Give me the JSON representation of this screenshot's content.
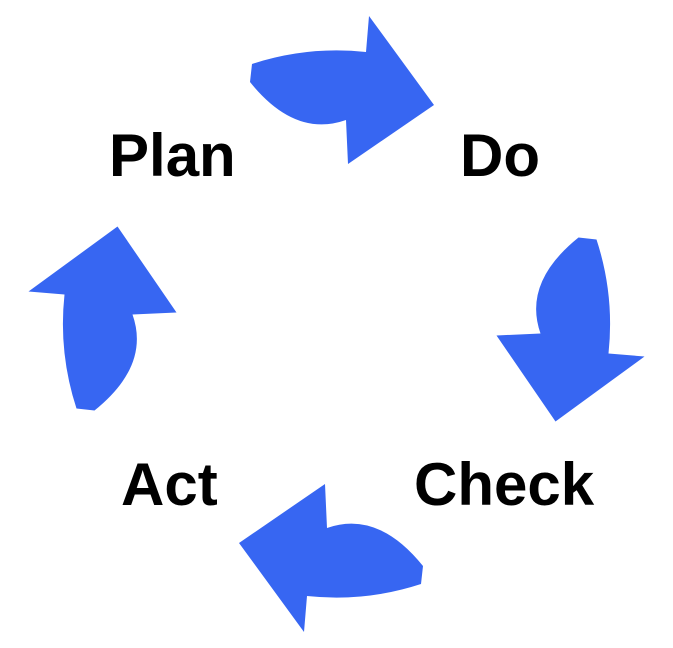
{
  "diagram": {
    "type": "cycle",
    "direction": "clockwise",
    "background_color": "#ffffff",
    "arrow_color": "#3766F2",
    "label_color": "#000000",
    "steps": [
      {
        "label": "Plan",
        "position": "top-left"
      },
      {
        "label": "Do",
        "position": "top-right"
      },
      {
        "label": "Check",
        "position": "bottom-right"
      },
      {
        "label": "Act",
        "position": "bottom-left"
      }
    ],
    "arrows": [
      {
        "name": "curved-arrow-plan-to-do",
        "from": "Plan",
        "to": "Do",
        "points": "east",
        "position": "top"
      },
      {
        "name": "curved-arrow-do-to-check",
        "from": "Do",
        "to": "Check",
        "points": "south",
        "position": "right"
      },
      {
        "name": "curved-arrow-check-to-act",
        "from": "Check",
        "to": "Act",
        "points": "west",
        "position": "bottom"
      },
      {
        "name": "curved-arrow-act-to-plan",
        "from": "Act",
        "to": "Plan",
        "points": "north",
        "position": "left"
      }
    ]
  }
}
